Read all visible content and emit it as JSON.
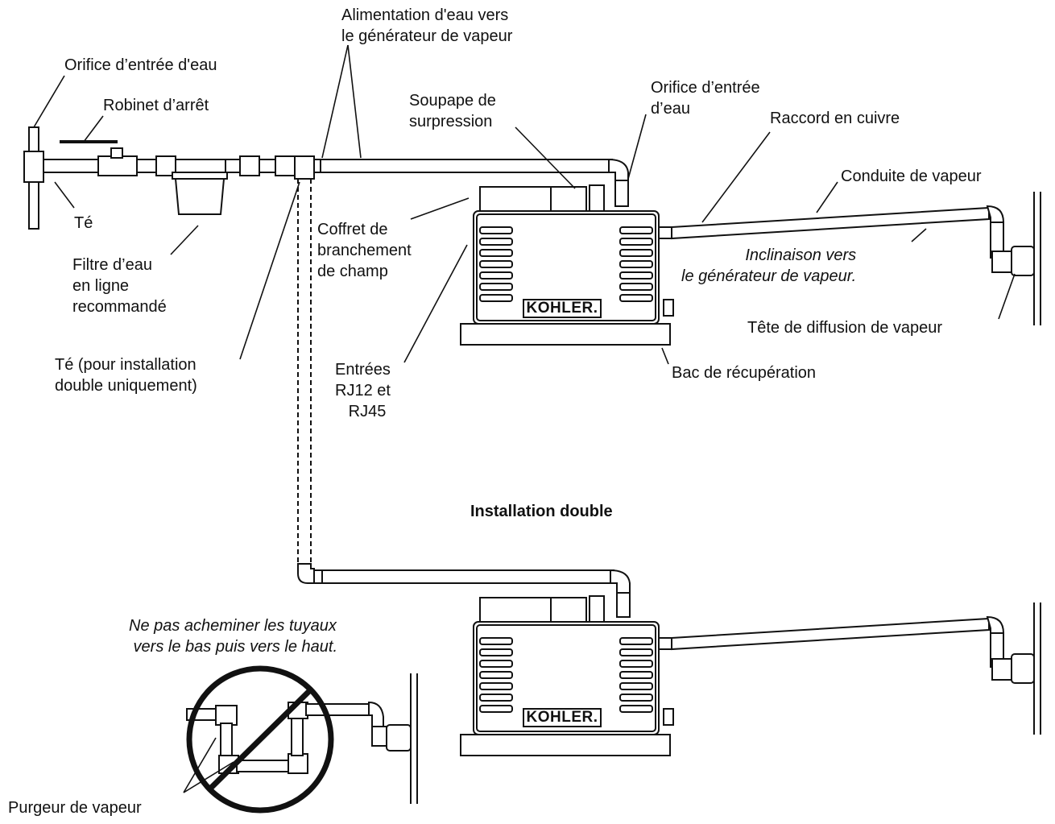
{
  "diagram": {
    "labels": {
      "alimentation": "Alimentation d'eau vers\nle générateur de vapeur",
      "orifice_left": "Orifice d’entrée d'eau",
      "robinet": "Robinet d’arrêt",
      "te": "Té",
      "filtre": "Filtre d’eau\nen ligne\nrecommandé",
      "te_double": "Té (pour installation\ndouble uniquement)",
      "soupape": "Soupape de\nsurpression",
      "orifice_right": "Orifice d’entrée\nd’eau",
      "raccord": "Raccord en cuivre",
      "conduite": "Conduite de vapeur",
      "coffret": "Coffret de\nbranchement\nde champ",
      "inclinaison": "Inclinaison vers\nle générateur de vapeur.",
      "tete": "Tête de diffusion de vapeur",
      "bac": "Bac de récupération",
      "entrees": "Entrées\nRJ12 et\n   RJ45",
      "installation_double": "Installation double",
      "ne_pas": "Ne pas acheminer les tuyaux\n vers le bas puis vers le haut.",
      "purgeur": "Purgeur de vapeur"
    },
    "brand": "KOHLER."
  }
}
